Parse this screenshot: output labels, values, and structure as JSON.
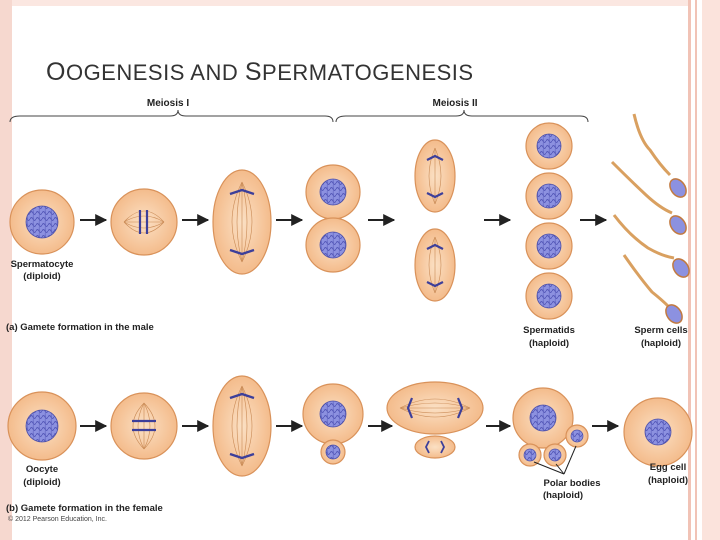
{
  "slide": {
    "title_first_letter_1": "O",
    "title_rest_1": "OGENESIS AND ",
    "title_first_letter_2": "S",
    "title_rest_2": "PERMATOGENESIS"
  },
  "phases": {
    "meiosis_1": "Meiosis I",
    "meiosis_2": "Meiosis II"
  },
  "male": {
    "start_label_1": "Spermatocyte",
    "start_label_2": "(diploid)",
    "caption": "(a) Gamete formation in the male",
    "spermatids_label_1": "Spermatids",
    "spermatids_label_2": "(haploid)",
    "sperm_label_1": "Sperm cells",
    "sperm_label_2": "(haploid)"
  },
  "female": {
    "start_label_1": "Oocyte",
    "start_label_2": "(diploid)",
    "caption": "(b) Gamete formation in the female",
    "polar_label_1": "Polar bodies",
    "polar_label_2": "(haploid)",
    "egg_label_1": "Egg cell",
    "egg_label_2": "(haploid)"
  },
  "copyright": "© 2012 Pearson Education, Inc.",
  "colors": {
    "cell_fill": "#f7c99f",
    "cell_stroke": "#d9925a",
    "nucleus": "#7a7fd6",
    "chromosome": "#3d3f9a",
    "spindle": "#c98a55",
    "frame": "#f1c3b6"
  }
}
